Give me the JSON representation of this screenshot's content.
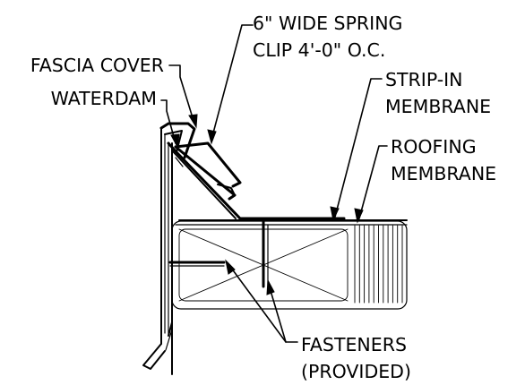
{
  "labels": {
    "spring_clip_line1": "6\" WIDE SPRING",
    "spring_clip_line2": "CLIP 4'-0\" O.C.",
    "fascia_cover": "FASCIA COVER",
    "waterdam": "WATERDAM",
    "strip_in_line1": "STRIP-IN",
    "strip_in_line2": "MEMBRANE",
    "roofing_line1": "ROOFING",
    "roofing_line2": "MEMBRANE",
    "fasteners_line1": "FASTENERS",
    "fasteners_line2": "(PROVIDED)"
  }
}
